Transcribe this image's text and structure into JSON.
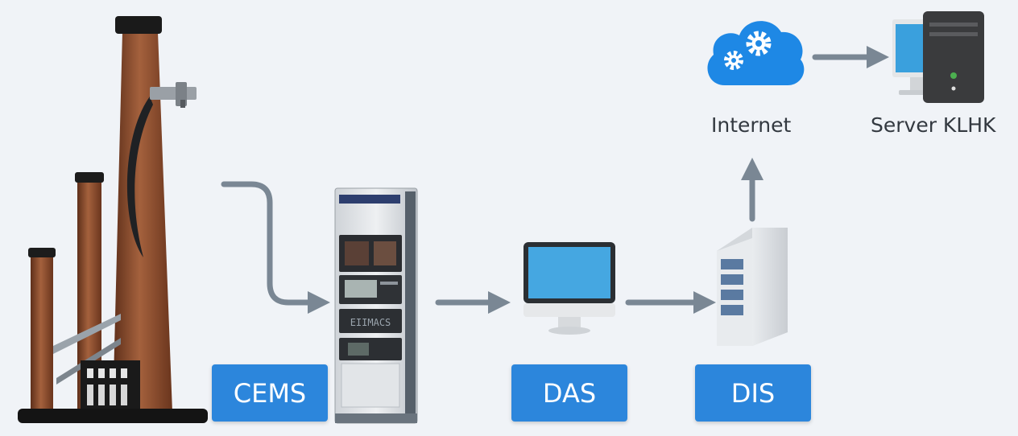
{
  "colors": {
    "background": "#f0f3f7",
    "badge": "#2c86dc",
    "arrow": "#7a8794",
    "chimney": "#8a4a2b",
    "cloud": "#1e88e5",
    "screen": "#45a7e1"
  },
  "nodes": {
    "cems": {
      "label": "CEMS",
      "icon": "cems-cabinet-icon",
      "panel_text": "EIIMACS"
    },
    "das": {
      "label": "DAS",
      "icon": "monitor-icon"
    },
    "dis": {
      "label": "DIS",
      "icon": "server-tower-icon"
    },
    "internet": {
      "label": "Internet",
      "icon": "cloud-gears-icon"
    },
    "server": {
      "label": "Server KLHK",
      "icon": "desktop-computer-icon"
    }
  },
  "source": {
    "icon": "factory-chimney-icon"
  }
}
